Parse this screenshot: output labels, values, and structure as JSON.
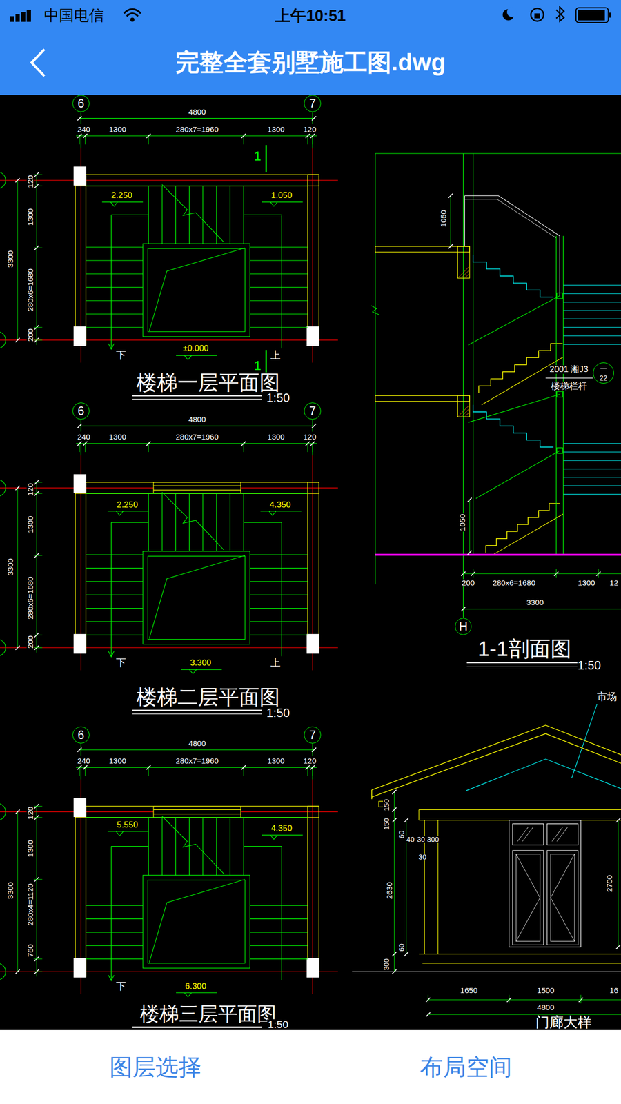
{
  "diagram": {
    "title": "完整全套别墅施工图.dwg",
    "nodes": [
      {
        "text": [
          "6"
        ]
      },
      {
        "text": [
          "7"
        ]
      },
      {
        "text": [
          "6"
        ]
      },
      {
        "text": [
          "7"
        ]
      },
      {
        "text": [
          "6"
        ]
      },
      {
        "text": [
          "7"
        ]
      },
      {
        "text": [
          "H"
        ]
      },
      {
        "text": [
          "一",
          "22"
        ]
      },
      {
        "text": [
          "图层选择",
          "布局空间"
        ]
      }
    ],
    "labels": [
      "中国电信",
      "上午10:51",
      "4800",
      "240",
      "1300",
      "280x7=1960",
      "1300",
      "120",
      "1",
      "2.250",
      "1.050",
      "120",
      "1300",
      "3300",
      "280x6=1680",
      "200",
      "下",
      "±0.000",
      "上",
      "1",
      "楼梯一层平面图",
      "1:50",
      "4800",
      "240",
      "1300",
      "280x7=1960",
      "1300",
      "120",
      "2.250",
      "4.350",
      "120",
      "1300",
      "3300",
      "280x6=1680",
      "200",
      "下",
      "3.300",
      "上",
      "楼梯二层平面图",
      "1:50",
      "4800",
      "240",
      "1300",
      "280x7=1960",
      "1300",
      "120",
      "5.550",
      "4.350",
      "120",
      "1300",
      "3300",
      "280x4=1120",
      "760",
      "下",
      "6.300",
      "楼梯三层平面图",
      "1:50",
      "1050",
      "2001 湘J3",
      "楼梯栏杆",
      "1050",
      "200",
      "280x6=1680",
      "1300",
      "12",
      "3300",
      "1-1剖面图",
      "1:50",
      "市场",
      "150",
      "150",
      "60",
      "40",
      "30",
      "300",
      "30",
      "2630",
      "60",
      "300",
      "2700",
      "1650",
      "1500",
      "16",
      "4800",
      "门廊大样"
    ]
  }
}
